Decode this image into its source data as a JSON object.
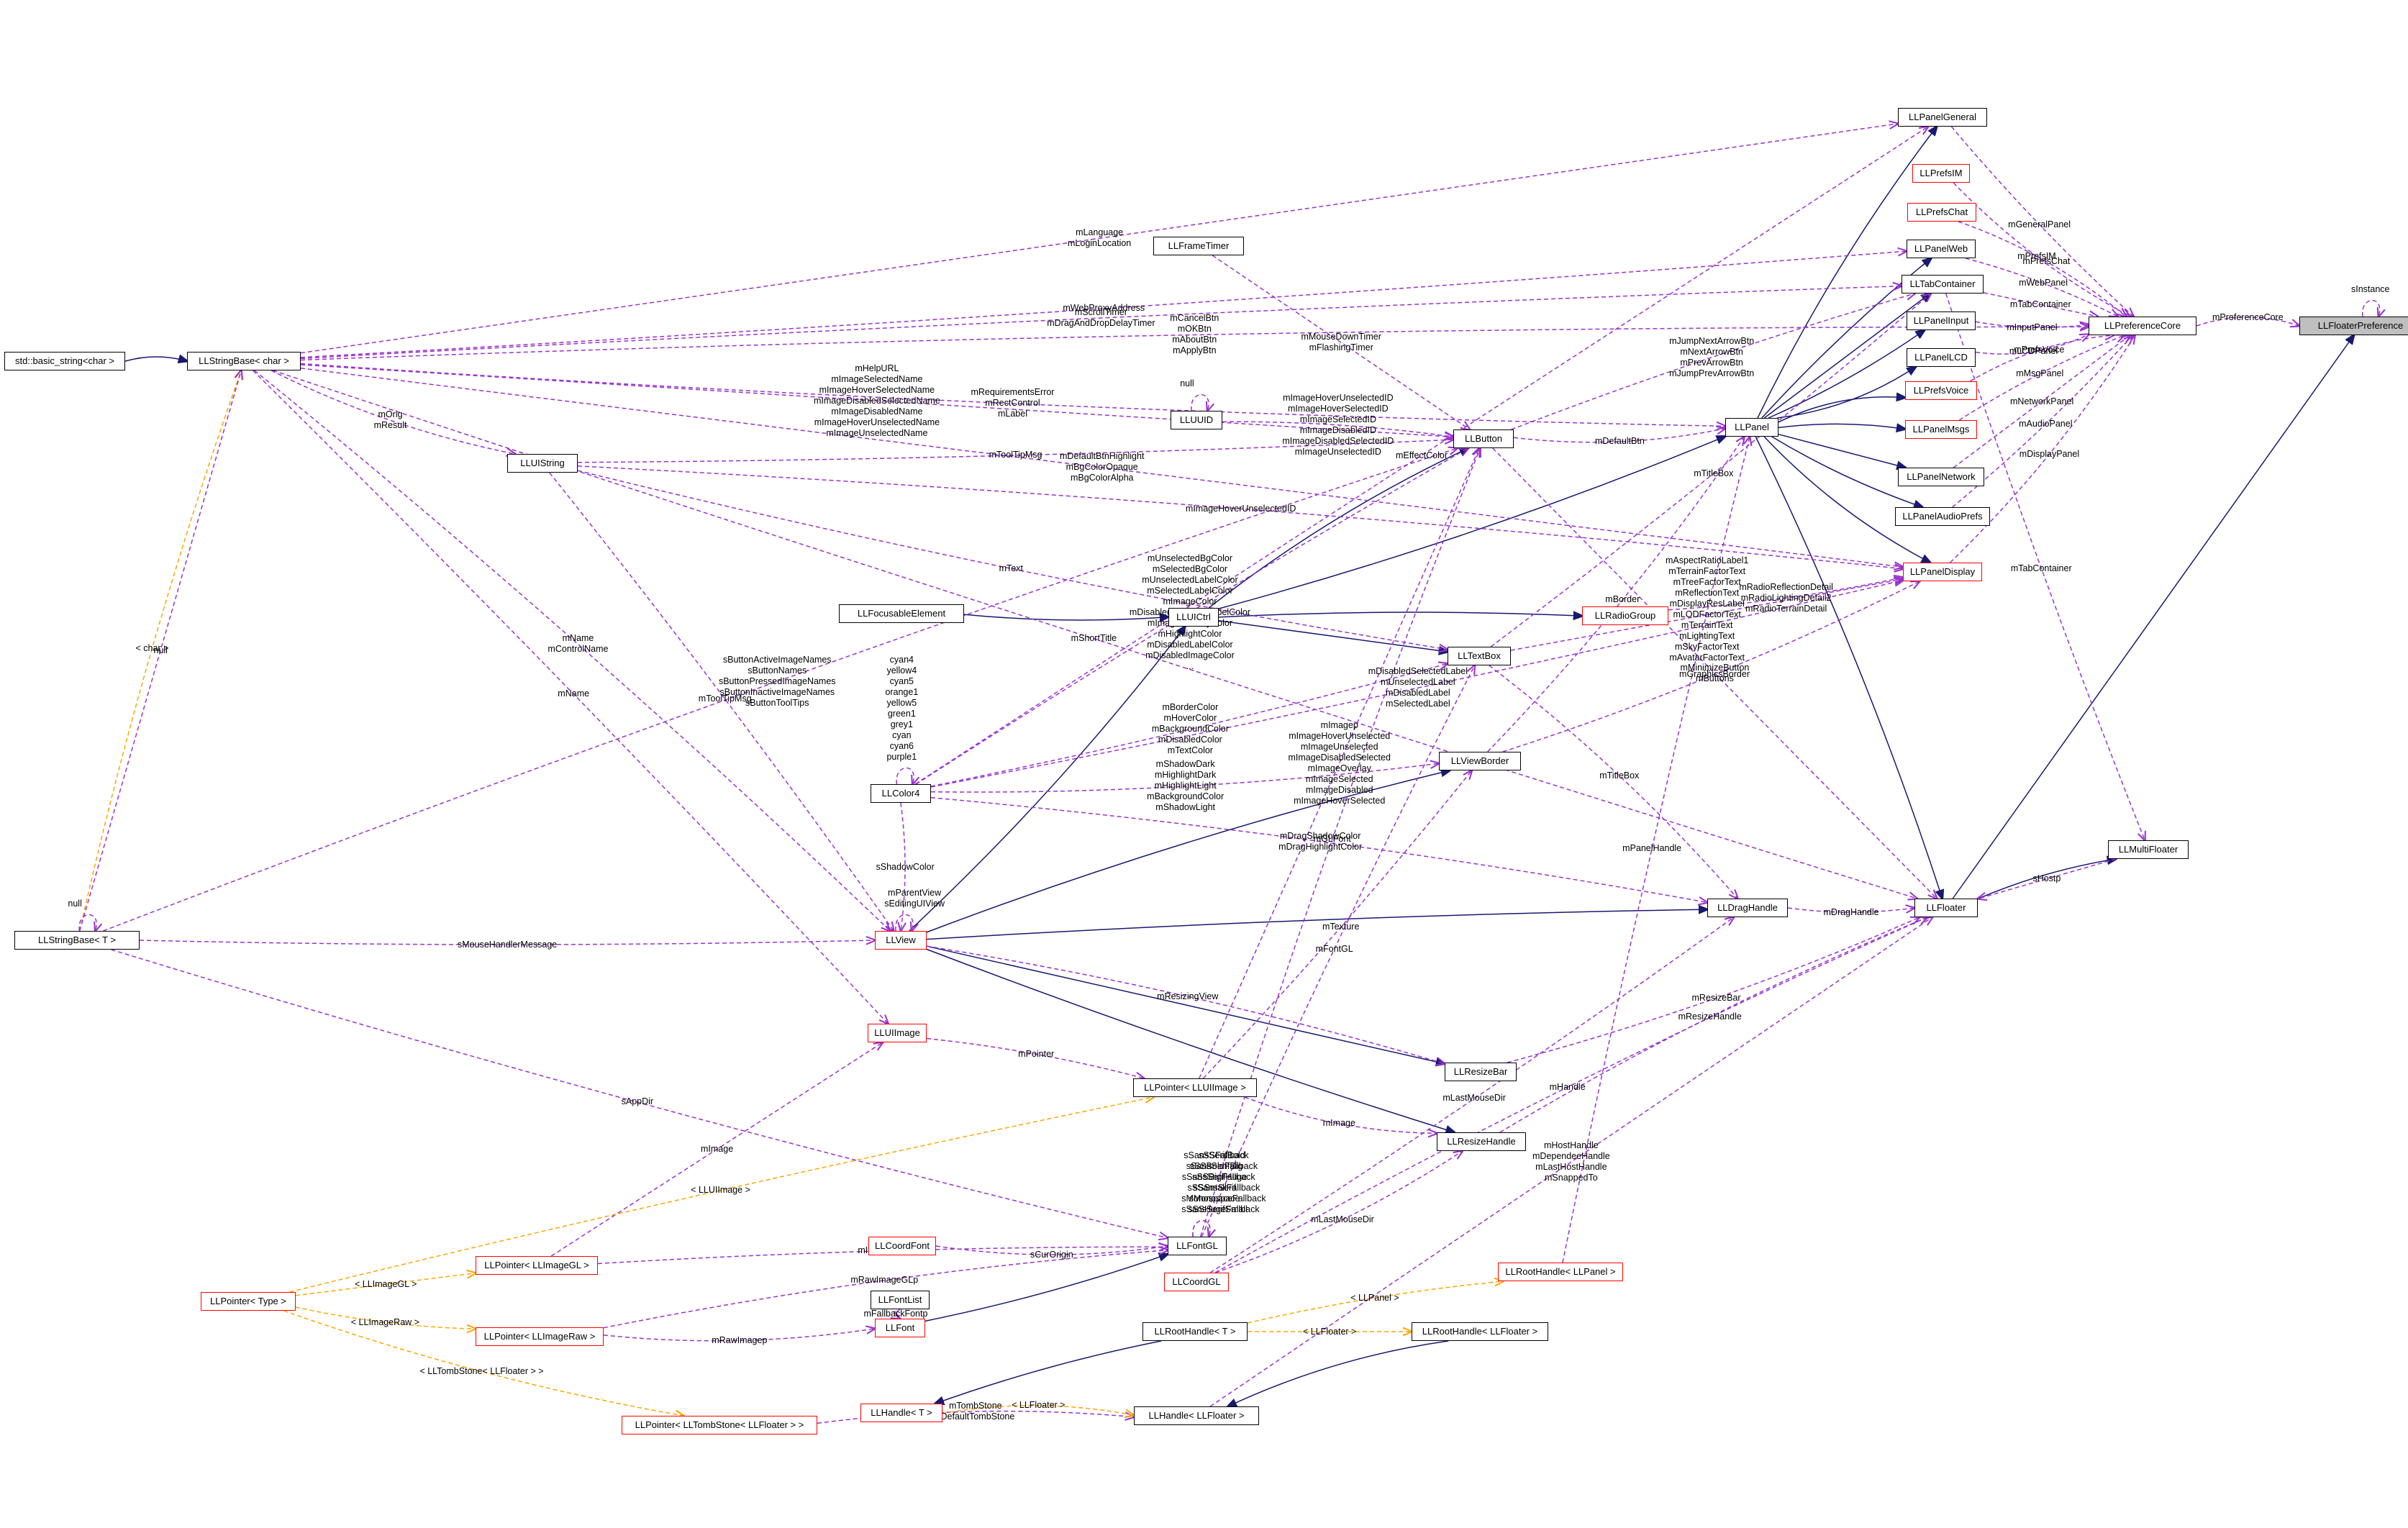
{
  "nodes": [
    {
      "id": "floaterpref",
      "label": "LLFloaterPreference",
      "style": "focus"
    },
    {
      "id": "prefcore",
      "label": "LLPreferenceCore",
      "style": "black"
    },
    {
      "id": "panelgeneral",
      "label": "LLPanelGeneral",
      "style": "black"
    },
    {
      "id": "prefsim",
      "label": "LLPrefsIM",
      "style": "red"
    },
    {
      "id": "prefschat",
      "label": "LLPrefsChat",
      "style": "red"
    },
    {
      "id": "panelweb",
      "label": "LLPanelWeb",
      "style": "black"
    },
    {
      "id": "tabcontainer",
      "label": "LLTabContainer",
      "style": "black"
    },
    {
      "id": "panelinput",
      "label": "LLPanelInput",
      "style": "black"
    },
    {
      "id": "panellcd",
      "label": "LLPanelLCD",
      "style": "black"
    },
    {
      "id": "prefsvoice",
      "label": "LLPrefsVoice",
      "style": "red"
    },
    {
      "id": "panelmsgs",
      "label": "LLPanelMsgs",
      "style": "red"
    },
    {
      "id": "panelnetwork",
      "label": "LLPanelNetwork",
      "style": "black"
    },
    {
      "id": "panelaudio",
      "label": "LLPanelAudioPrefs",
      "style": "black"
    },
    {
      "id": "paneldisplay",
      "label": "LLPanelDisplay",
      "style": "red"
    },
    {
      "id": "panel",
      "label": "LLPanel",
      "style": "black"
    },
    {
      "id": "multifloater",
      "label": "LLMultiFloater",
      "style": "black"
    },
    {
      "id": "floater",
      "label": "LLFloater",
      "style": "black"
    },
    {
      "id": "radiogroup",
      "label": "LLRadioGroup",
      "style": "red"
    },
    {
      "id": "button",
      "label": "LLButton",
      "style": "black"
    },
    {
      "id": "uuid",
      "label": "LLUUID",
      "style": "black"
    },
    {
      "id": "frametimer",
      "label": "LLFrameTimer",
      "style": "black"
    },
    {
      "id": "uictrl",
      "label": "LLUICtrl",
      "style": "black"
    },
    {
      "id": "focusable",
      "label": "LLFocusableElement",
      "style": "black"
    },
    {
      "id": "textbox",
      "label": "LLTextBox",
      "style": "black"
    },
    {
      "id": "viewborder",
      "label": "LLViewBorder",
      "style": "black"
    },
    {
      "id": "color4",
      "label": "LLColor4",
      "style": "black"
    },
    {
      "id": "view",
      "label": "LLView",
      "style": "red"
    },
    {
      "id": "draghandle",
      "label": "LLDragHandle",
      "style": "black"
    },
    {
      "id": "resizebar",
      "label": "LLResizeBar",
      "style": "black"
    },
    {
      "id": "resizehandle",
      "label": "LLResizeHandle",
      "style": "black"
    },
    {
      "id": "uiimage",
      "label": "LLUIImage",
      "style": "red"
    },
    {
      "id": "ptruiimage",
      "label": "LLPointer< LLUIImage >",
      "style": "black"
    },
    {
      "id": "fontgl",
      "label": "LLFontGL",
      "style": "black"
    },
    {
      "id": "coordfont",
      "label": "LLCoordFont",
      "style": "red"
    },
    {
      "id": "coordgl",
      "label": "LLCoordGL",
      "style": "red"
    },
    {
      "id": "fontlist",
      "label": "LLFontList",
      "style": "black"
    },
    {
      "id": "font",
      "label": "LLFont",
      "style": "red"
    },
    {
      "id": "ptrimagegl",
      "label": "LLPointer< LLImageGL >",
      "style": "red"
    },
    {
      "id": "ptrimageraw",
      "label": "LLPointer< LLImageRaw >",
      "style": "red"
    },
    {
      "id": "ptrtype",
      "label": "LLPointer< Type >",
      "style": "red"
    },
    {
      "id": "ptrtomb",
      "label": "LLPointer< LLTombStone< LLFloater > >",
      "style": "red"
    },
    {
      "id": "roothandleT",
      "label": "LLRootHandle< T >",
      "style": "black"
    },
    {
      "id": "roothandlepanel",
      "label": "LLRootHandle< LLPanel >",
      "style": "red"
    },
    {
      "id": "roothandlefloater",
      "label": "LLRootHandle< LLFloater >",
      "style": "black"
    },
    {
      "id": "handleT",
      "label": "LLHandle< T >",
      "style": "red"
    },
    {
      "id": "handlefloater",
      "label": "LLHandle< LLFloater >",
      "style": "black"
    },
    {
      "id": "stringbasechar",
      "label": "LLStringBase< char >",
      "style": "black"
    },
    {
      "id": "stdstring",
      "label": "std::basic_string<char >",
      "style": "black"
    },
    {
      "id": "uistring",
      "label": "LLUIString",
      "style": "black"
    },
    {
      "id": "stringbaseT",
      "label": "LLStringBase< T >",
      "style": "black"
    }
  ],
  "edges": [
    {
      "from": "prefcore",
      "to": "floaterpref",
      "kind": "usage",
      "label": "mPreferenceCore"
    },
    {
      "from": "floaterpref",
      "to": "floaterpref",
      "kind": "usage",
      "label": "sInstance"
    },
    {
      "from": "floater",
      "to": "floaterpref",
      "kind": "inherit",
      "label": ""
    },
    {
      "from": "panelgeneral",
      "to": "prefcore",
      "kind": "usage",
      "label": "mGeneralPanel"
    },
    {
      "from": "prefsim",
      "to": "prefcore",
      "kind": "usage",
      "label": "mPrefsIM"
    },
    {
      "from": "prefschat",
      "to": "prefcore",
      "kind": "usage",
      "label": "mPrefsChat"
    },
    {
      "from": "panelweb",
      "to": "prefcore",
      "kind": "usage",
      "label": "mWebPanel"
    },
    {
      "from": "tabcontainer",
      "to": "prefcore",
      "kind": "usage",
      "label": "mTabContainer"
    },
    {
      "from": "panelinput",
      "to": "prefcore",
      "kind": "usage",
      "label": "mInputPanel"
    },
    {
      "from": "panellcd",
      "to": "prefcore",
      "kind": "usage",
      "label": "mLCDPanel"
    },
    {
      "from": "prefsvoice",
      "to": "prefcore",
      "kind": "usage",
      "label": "mPrefsVoice"
    },
    {
      "from": "panelmsgs",
      "to": "prefcore",
      "kind": "usage",
      "label": "mMsgPanel"
    },
    {
      "from": "panelnetwork",
      "to": "prefcore",
      "kind": "usage",
      "label": "mNetworkPanel"
    },
    {
      "from": "panelaudio",
      "to": "prefcore",
      "kind": "usage",
      "label": "mAudioPanel"
    },
    {
      "from": "paneldisplay",
      "to": "prefcore",
      "kind": "usage",
      "label": "mDisplayPanel"
    },
    {
      "from": "panel",
      "to": "panelgeneral",
      "kind": "inherit",
      "label": ""
    },
    {
      "from": "panel",
      "to": "panelweb",
      "kind": "inherit",
      "label": ""
    },
    {
      "from": "panel",
      "to": "tabcontainer",
      "kind": "inherit",
      "label": ""
    },
    {
      "from": "panel",
      "to": "panelinput",
      "kind": "inherit",
      "label": ""
    },
    {
      "from": "panel",
      "to": "panellcd",
      "kind": "inherit",
      "label": ""
    },
    {
      "from": "panel",
      "to": "prefsvoice",
      "kind": "inherit",
      "label": ""
    },
    {
      "from": "panel",
      "to": "panelmsgs",
      "kind": "inherit",
      "label": ""
    },
    {
      "from": "panel",
      "to": "panelnetwork",
      "kind": "inherit",
      "label": ""
    },
    {
      "from": "panel",
      "to": "panelaudio",
      "kind": "inherit",
      "label": ""
    },
    {
      "from": "panel",
      "to": "paneldisplay",
      "kind": "inherit",
      "label": ""
    },
    {
      "from": "panel",
      "to": "floater",
      "kind": "inherit",
      "label": ""
    },
    {
      "from": "floater",
      "to": "multifloater",
      "kind": "inherit",
      "label": ""
    },
    {
      "from": "multifloater",
      "to": "floater",
      "kind": "usage",
      "label": "sHostp"
    },
    {
      "from": "tabcontainer",
      "to": "multifloater",
      "kind": "usage",
      "label": "mTabContainer"
    },
    {
      "from": "uictrl",
      "to": "panel",
      "kind": "inherit",
      "label": ""
    },
    {
      "from": "uictrl",
      "to": "button",
      "kind": "inherit",
      "label": ""
    },
    {
      "from": "uictrl",
      "to": "radiogroup",
      "kind": "inherit",
      "label": ""
    },
    {
      "from": "uictrl",
      "to": "textbox",
      "kind": "inherit",
      "label": ""
    },
    {
      "from": "focusable",
      "to": "uictrl",
      "kind": "inherit",
      "label": ""
    },
    {
      "from": "view",
      "to": "uictrl",
      "kind": "inherit",
      "label": ""
    },
    {
      "from": "view",
      "to": "viewborder",
      "kind": "inherit",
      "label": ""
    },
    {
      "from": "view",
      "to": "draghandle",
      "kind": "inherit",
      "label": ""
    },
    {
      "from": "view",
      "to": "resizebar",
      "kind": "inherit",
      "label": ""
    },
    {
      "from": "view",
      "to": "resizehandle",
      "kind": "inherit",
      "label": ""
    },
    {
      "from": "button",
      "to": "panel",
      "kind": "usage",
      "label": "mDefaultBtn"
    },
    {
      "from": "uuid",
      "to": "uuid",
      "kind": "usage",
      "label": "null"
    },
    {
      "from": "uuid",
      "to": "button",
      "kind": "usage",
      "label": "mImageHoverUnselectedID\nmImageHoverSelectedID\nmImageSelectedID\nmImageDisabledID\nmImageDisabledSelectedID\nmImageUnselectedID"
    },
    {
      "from": "frametimer",
      "to": "button",
      "kind": "usage",
      "label": "mMouseDownTimer\nmFlashingTimer"
    },
    {
      "from": "textbox",
      "to": "tabcontainer",
      "kind": "usage",
      "label": "mTitleBox"
    },
    {
      "from": "viewborder",
      "to": "panel",
      "kind": "usage",
      "label": "mBorder"
    },
    {
      "from": "textbox",
      "to": "draghandle",
      "kind": "usage",
      "label": "mTitleBox"
    },
    {
      "from": "button",
      "to": "tabcontainer",
      "kind": "usage",
      "label": "mJumpNextArrowBtn\nmNextArrowBtn\nmPrevArrowBtn\nmJumpPrevArrowBtn"
    },
    {
      "from": "button",
      "to": "floater",
      "kind": "usage",
      "label": "mMinimizeButton\nmButtons"
    },
    {
      "from": "draghandle",
      "to": "floater",
      "kind": "usage",
      "label": "mDragHandle"
    },
    {
      "from": "resizebar",
      "to": "floater",
      "kind": "usage",
      "label": "mResizeBar"
    },
    {
      "from": "resizehandle",
      "to": "floater",
      "kind": "usage",
      "label": "mResizeHandle"
    },
    {
      "from": "roothandlepanel",
      "to": "panel",
      "kind": "usage",
      "label": "mPanelHandle"
    },
    {
      "from": "handlefloater",
      "to": "floater",
      "kind": "usage",
      "label": "mHostHandle\nmDependeeHandle\nmLastHostHandle\nmSnappedTo"
    },
    {
      "from": "coordgl",
      "to": "draghandle",
      "kind": "usage",
      "label": "mLastMouseDir"
    },
    {
      "from": "coordgl",
      "to": "resizehandle",
      "kind": "usage",
      "label": "mLastMouseDir"
    },
    {
      "from": "coordgl",
      "to": "floater",
      "kind": "usage",
      "label": "mHandle"
    },
    {
      "from": "color4",
      "to": "button",
      "kind": "usage",
      "label": "mUnselectedBgColor\nmSelectedBgColor\nmUnselectedLabelColor\nmSelectedLabelColor\nmImageColor\nmDisabledSelectedLabelColor\nmImageOverlayColor\nmHighlightColor\nmDisabledLabelColor\nmDisabledImageColor\n..."
    },
    {
      "from": "color4",
      "to": "color4",
      "kind": "usage",
      "label": "cyan4\nyellow4\ncyan5\norange1\nyellow5\ngreen1\ngrey1\ncyan\ncyan6\npurple1"
    },
    {
      "from": "color4",
      "to": "textbox",
      "kind": "usage",
      "label": "mBorderColor\nmHoverColor\nmBackgroundColor\nmDisabledColor\nmTextColor"
    },
    {
      "from": "color4",
      "to": "viewborder",
      "kind": "usage",
      "label": "mShadowDark\nmHighlightDark\nmHighlightLight\nmBackgroundColor\nmShadowLight"
    },
    {
      "from": "color4",
      "to": "draghandle",
      "kind": "usage",
      "label": "mDragShadowColor\nmDragHighlightColor"
    },
    {
      "from": "color4",
      "to": "view",
      "kind": "usage",
      "label": "sShadowColor"
    },
    {
      "from": "color4",
      "to": "panelgeneral",
      "kind": "usage",
      "label": "mEffectColor"
    },
    {
      "from": "color4",
      "to": "paneldisplay",
      "kind": "usage",
      "label": "mDisabledSelectedLabel\nmUnselectedLabel\nmDisabledLabel\nmSelectedLabel"
    },
    {
      "from": "view",
      "to": "view",
      "kind": "usage",
      "label": "mParentView\nsEditingUIView"
    },
    {
      "from": "view",
      "to": "resizebar",
      "kind": "usage",
      "label": "mResizingView"
    },
    {
      "from": "uiimage",
      "to": "ptruiimage",
      "kind": "usage",
      "label": "mPointer"
    },
    {
      "from": "ptruiimage",
      "to": "button",
      "kind": "usage",
      "label": "mImagep\nmImageHoverUnselected\nmImageUnselected\nmImageDisabledSelected\nmImageOverlay\nmImageSelected\nmImageDisabled\nmImageHoverSelected"
    },
    {
      "from": "ptruiimage",
      "to": "viewborder",
      "kind": "usage",
      "label": "mTexture"
    },
    {
      "from": "ptruiimage",
      "to": "resizehandle",
      "kind": "usage",
      "label": "mImage"
    },
    {
      "from": "fontgl",
      "to": "button",
      "kind": "usage",
      "label": "mGLFont"
    },
    {
      "from": "fontgl",
      "to": "textbox",
      "kind": "usage",
      "label": "mFontGL"
    },
    {
      "from": "fontgl",
      "to": "fontgl",
      "kind": "usage",
      "label": "sSansSerifBold\nsSansSerifBig\nsSansSerifHuge\nsSansSerif\nsMonospace\nsSansSerifSmall"
    },
    {
      "from": "font",
      "to": "fontgl",
      "kind": "inherit",
      "label": ""
    },
    {
      "from": "coordfont",
      "to": "fontgl",
      "kind": "usage",
      "label": "sCurOrigin"
    },
    {
      "from": "fontgl",
      "to": "fontgl",
      "kind": "usage",
      "label": "sSSFallback\nsSSBoldFallback\nsSSBigFallback\nsSSSmallFallback\nsMonospaceFallback\nsSSHugeFallback"
    },
    {
      "from": "ptrimagegl",
      "to": "fontgl",
      "kind": "usage",
      "label": "mImageGLp"
    },
    {
      "from": "ptrimagegl",
      "to": "uiimage",
      "kind": "usage",
      "label": "mImage"
    },
    {
      "from": "fontlist",
      "to": "font",
      "kind": "usage",
      "label": "mFallbackFontp"
    },
    {
      "from": "ptrimageraw",
      "to": "font",
      "kind": "usage",
      "label": "mRawImagep"
    },
    {
      "from": "ptrimageraw",
      "to": "fontgl",
      "kind": "usage",
      "label": "mRawImageGLp"
    },
    {
      "from": "ptrtype",
      "to": "ptruiimage",
      "kind": "template",
      "label": "< LLUIImage >"
    },
    {
      "from": "ptrtype",
      "to": "ptrimagegl",
      "kind": "template",
      "label": "< LLImageGL >"
    },
    {
      "from": "ptrtype",
      "to": "ptrimageraw",
      "kind": "template",
      "label": "< LLImageRaw >"
    },
    {
      "from": "ptrtype",
      "to": "ptrtomb",
      "kind": "template",
      "label": "< LLTombStone< LLFloater > >"
    },
    {
      "from": "ptrtomb",
      "to": "handlefloater",
      "kind": "usage",
      "label": "mTombStone\nsDefaultTombStone"
    },
    {
      "from": "roothandleT",
      "to": "roothandlepanel",
      "kind": "template",
      "label": "< LLPanel >"
    },
    {
      "from": "roothandleT",
      "to": "roothandlefloater",
      "kind": "template",
      "label": "< LLFloater >"
    },
    {
      "from": "roothandleT",
      "to": "handleT",
      "kind": "inherit",
      "label": ""
    },
    {
      "from": "roothandlefloater",
      "to": "handlefloater",
      "kind": "inherit",
      "label": ""
    },
    {
      "from": "handleT",
      "to": "handlefloater",
      "kind": "template",
      "label": "< LLFloater >"
    },
    {
      "from": "stdstring",
      "to": "stringbasechar",
      "kind": "inherit",
      "label": ""
    },
    {
      "from": "stringbasechar",
      "to": "panelgeneral",
      "kind": "usage",
      "label": "mLanguage\nmLoginLocation"
    },
    {
      "from": "stringbasechar",
      "to": "panelweb",
      "kind": "usage",
      "label": "mWebProxyAddress"
    },
    {
      "from": "stringbasechar",
      "to": "panel",
      "kind": "usage",
      "label": "mRequirementsError\nmRectControl\nmLabel"
    },
    {
      "from": "stringbasechar",
      "to": "prefcore",
      "kind": "usage",
      "label": "mCancelBtn\nmOKBtn\nmAboutBtn\nmApplyBtn"
    },
    {
      "from": "stringbasechar",
      "to": "tabcontainer",
      "kind": "usage",
      "label": "mScrollTimer\nmDragAndDropDelayTimer"
    },
    {
      "from": "stringbasechar",
      "to": "button",
      "kind": "usage",
      "label": "mHelpURL\nmImageSelectedName\nmImageHoverSelectedName\nmImageDisabledSelectedName\nmImageDisabledName\nmImageHoverUnselectedName\nmImageUnselectedName"
    },
    {
      "from": "stringbasechar",
      "to": "floater",
      "kind": "usage",
      "label": "mShortTitle"
    },
    {
      "from": "stringbasechar",
      "to": "uistring",
      "kind": "usage",
      "label": "mOrig\nmResult"
    },
    {
      "from": "stringbasechar",
      "to": "view",
      "kind": "usage",
      "label": "mName\nmControlName"
    },
    {
      "from": "stringbasechar",
      "to": "uiimage",
      "kind": "usage",
      "label": "mName"
    },
    {
      "from": "stringbasechar",
      "to": "paneldisplay",
      "kind": "usage",
      "label": "mDefaultBtnHighlight\nmBgColorOpaque\nmBgColorAlpha"
    },
    {
      "from": "uistring",
      "to": "button",
      "kind": "usage",
      "label": "mToolTipMsg"
    },
    {
      "from": "uistring",
      "to": "textbox",
      "kind": "usage",
      "label": "mText"
    },
    {
      "from": "uistring",
      "to": "paneldisplay",
      "kind": "usage",
      "label": "mImageHoverUnselectedID"
    },
    {
      "from": "uistring",
      "to": "view",
      "kind": "usage",
      "label": "mToolTipMsg"
    },
    {
      "from": "textbox",
      "to": "paneldisplay",
      "kind": "usage",
      "label": "mAspectRatioLabel1\nmTerrainFactorText\nmTreeFactorText\nmReflectionText\nmDisplayResLabel\nmLODFactorText\nmTerrainText\nmLightingText\nmSkyFactorText\nmAvatarFactorText\n..."
    },
    {
      "from": "radiogroup",
      "to": "paneldisplay",
      "kind": "usage",
      "label": "mRadioReflectionDetail\nmRadioLightingDetail2\nmRadioTerrainDetail"
    },
    {
      "from": "viewborder",
      "to": "paneldisplay",
      "kind": "usage",
      "label": "mGraphicsBorder"
    },
    {
      "from": "stringbaseT",
      "to": "stringbasechar",
      "kind": "template",
      "label": "< char >"
    },
    {
      "from": "stringbaseT",
      "to": "stringbaseT",
      "kind": "usage",
      "label": "null"
    },
    {
      "from": "stringbaseT",
      "to": "stringbasechar",
      "kind": "usage",
      "label": "null"
    },
    {
      "from": "stringbaseT",
      "to": "view",
      "kind": "usage",
      "label": "sMouseHandlerMessage"
    },
    {
      "from": "stringbaseT",
      "to": "fontgl",
      "kind": "usage",
      "label": "sAppDir"
    },
    {
      "from": "stringbaseT",
      "to": "button",
      "kind": "usage",
      "label": "sButtonActiveImageNames\nsButtonNames\nsButtonPressedImageNames\nsButtonInactiveImageNames\nsButtonToolTips"
    }
  ],
  "colors": {
    "inherit": "#191970",
    "usage": "#9a32cd",
    "template": "#ffa500",
    "node_border": "#000000",
    "node_border_red": "#ff0000",
    "focus_fill": "#bfbfbf"
  }
}
